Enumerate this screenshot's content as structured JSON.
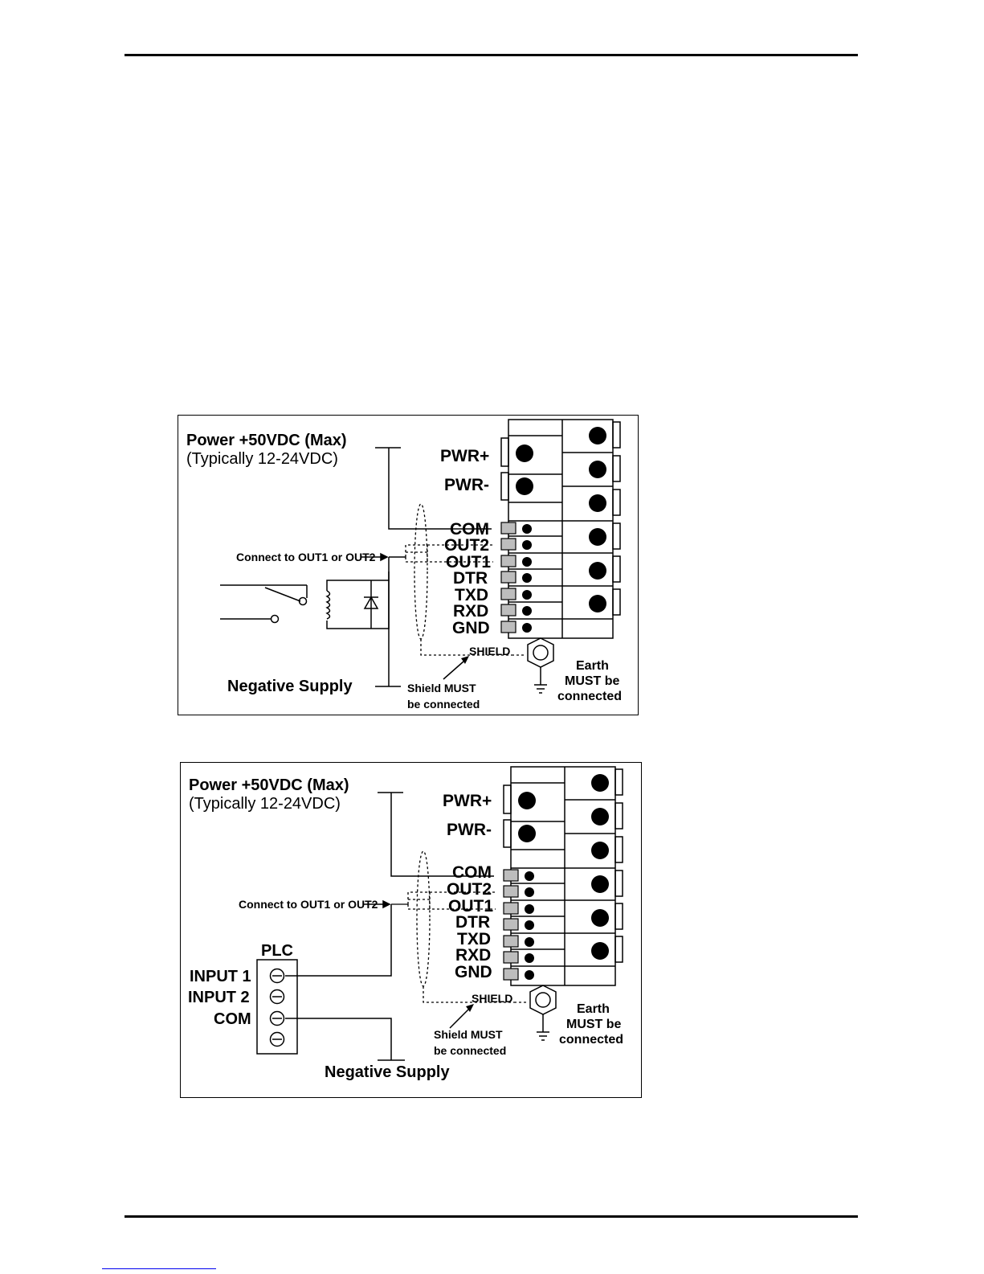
{
  "diagrams": [
    {
      "power_label": "Power +50VDC (Max)",
      "power_sub": "(Typically 12-24VDC)",
      "pwr_plus": "PWR+",
      "pwr_minus": "PWR-",
      "pins": [
        "COM",
        "OUT2",
        "OUT1",
        "DTR",
        "TXD",
        "RXD",
        "GND"
      ],
      "connect_note": "Connect to OUT1 or OUT2",
      "negative_supply": "Negative Supply",
      "shield": "SHIELD",
      "shield_note": [
        "Shield MUST",
        "be connected"
      ],
      "earth_note": [
        "Earth",
        "MUST be",
        "connected"
      ]
    },
    {
      "power_label": "Power +50VDC (Max)",
      "power_sub": "(Typically 12-24VDC)",
      "pwr_plus": "PWR+",
      "pwr_minus": "PWR-",
      "pins": [
        "COM",
        "OUT2",
        "OUT1",
        "DTR",
        "TXD",
        "RXD",
        "GND"
      ],
      "connect_note": "Connect to OUT1 or OUT2",
      "negative_supply": "Negative Supply",
      "shield": "SHIELD",
      "shield_note": [
        "Shield MUST",
        "be connected"
      ],
      "earth_note": [
        "Earth",
        "MUST be",
        "connected"
      ],
      "plc": {
        "title": "PLC",
        "inputs": [
          "INPUT 1",
          "INPUT 2",
          "COM"
        ]
      }
    }
  ]
}
